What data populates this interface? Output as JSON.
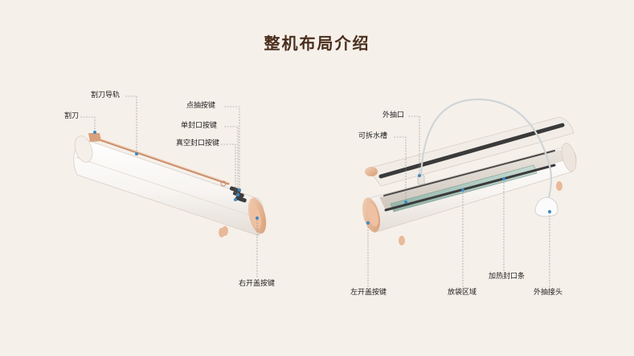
{
  "title": "整机布局介绍",
  "left_device": {
    "labels": {
      "cutter": "割刀",
      "cutter_rail": "割刀导轨",
      "pulse_button": "点抽按键",
      "seal_button": "单封口按键",
      "vacuum_seal_button": "真空封口按键",
      "right_cover_button": "右开盖按键"
    }
  },
  "right_device": {
    "labels": {
      "external_suction_port": "外抽口",
      "removable_water_tank": "可拆水槽",
      "left_cover_button": "左开盖按键",
      "bag_area": "放袋区域",
      "heating_strip": "加热封口条",
      "external_suction_connector": "外抽接头"
    }
  },
  "colors": {
    "background": "#f6f0ea",
    "title": "#4a2e1c",
    "body": "#fdfcfb",
    "accent": "#e7b793",
    "dark": "#3a3a3a",
    "guide_dot": "#3b88c4"
  }
}
